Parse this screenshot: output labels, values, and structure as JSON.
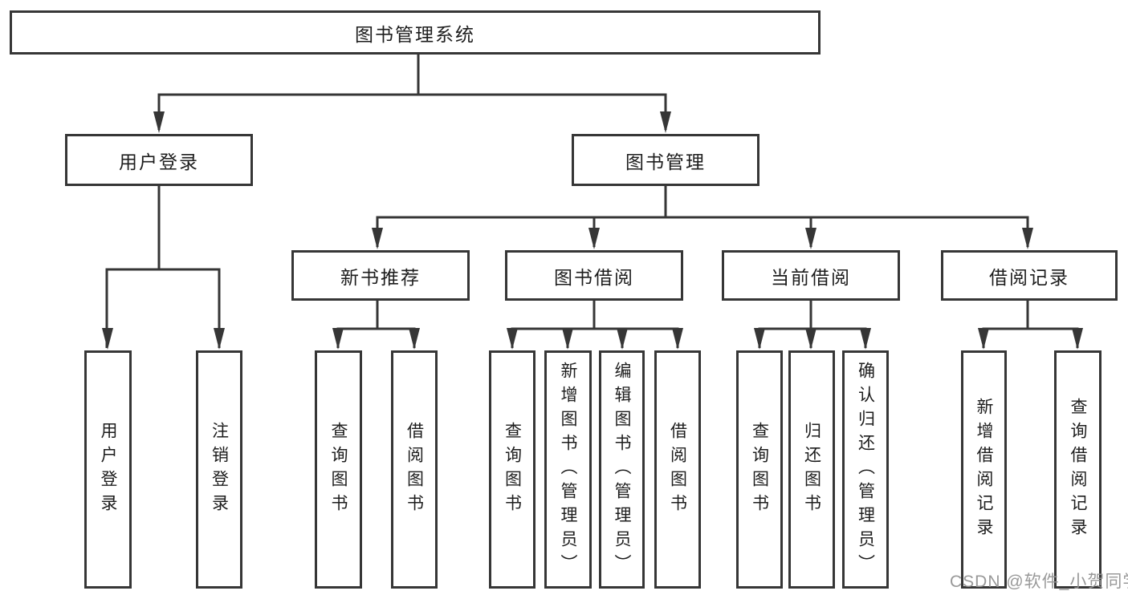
{
  "tree": {
    "root": {
      "label": "图书管理系统"
    },
    "branches": [
      {
        "label": "用户登录",
        "children": [
          {
            "label": "用户登录"
          },
          {
            "label": "注销登录"
          }
        ]
      },
      {
        "label": "图书管理",
        "children": [
          {
            "label": "新书推荐",
            "children": [
              {
                "label": "查询图书"
              },
              {
                "label": "借阅图书"
              }
            ]
          },
          {
            "label": "图书借阅",
            "children": [
              {
                "label": "查询图书"
              },
              {
                "label": "新增图书（管理员）"
              },
              {
                "label": "编辑图书（管理员）"
              },
              {
                "label": "借阅图书"
              }
            ]
          },
          {
            "label": "当前借阅",
            "children": [
              {
                "label": "查询图书"
              },
              {
                "label": "归还图书"
              },
              {
                "label": "确认归还（管理员）"
              }
            ]
          },
          {
            "label": "借阅记录",
            "children": [
              {
                "label": "新增借阅记录"
              },
              {
                "label": "查询借阅记录"
              }
            ]
          }
        ]
      }
    ]
  },
  "watermark": {
    "text": "CSDN @软件_小贺同学"
  },
  "colors": {
    "line": "#363636",
    "text": "#1d1d1d",
    "watermark_gray": "#949494",
    "background": "#ffffff"
  }
}
